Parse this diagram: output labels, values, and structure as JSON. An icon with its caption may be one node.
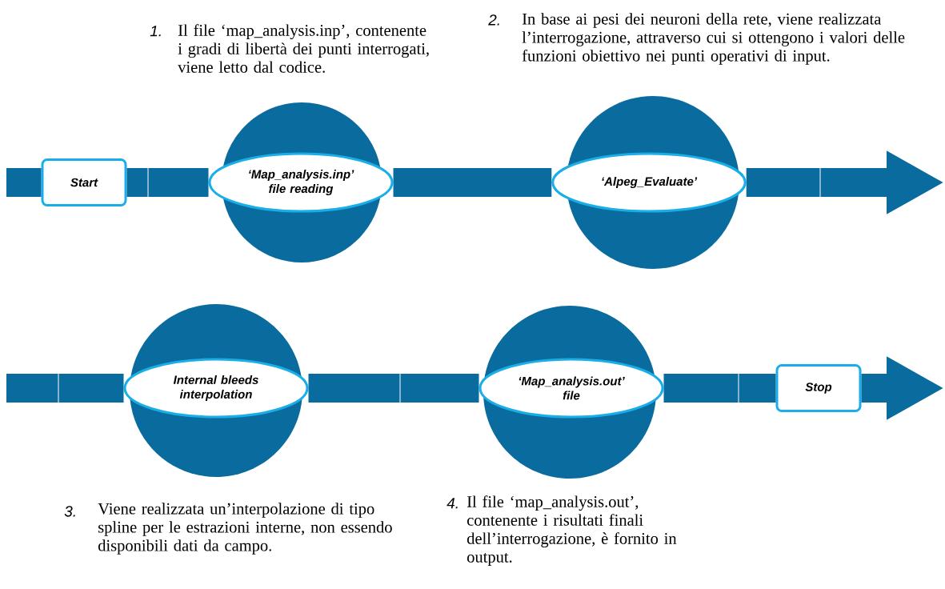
{
  "diagram": {
    "nodes": [
      {
        "text": [
          "Start"
        ]
      },
      {
        "text": [
          "‘Map_analysis.inp’ file reading"
        ],
        "beside": [
          "1.",
          "Il file ‘map_analysis.inp’, contenente i gradi di libertà dei punti interrogati, viene letto dal codice."
        ]
      },
      {
        "text": [
          "‘Alpeg_Evaluate’"
        ],
        "beside": [
          "2.",
          "In base ai pesi dei neuroni della rete, viene realizzata l’interrogazione, attraverso cui si ottengono i valori delle funzioni obiettivo nei punti operativi di input."
        ]
      },
      {
        "text": [
          "Internal bleeds interpolation"
        ],
        "beside": [
          "3.",
          "Viene realizzata un’interpolazione di tipo spline per le estrazioni interne, non essendo disponibili dati da campo."
        ]
      },
      {
        "text": [
          "‘Map_analysis.out’ file"
        ],
        "beside": [
          "4.",
          "Il file ‘map_analysis.out’, contenente i risultati finali dell’interrogazione, è fornito in output."
        ]
      },
      {
        "text": [
          "Stop"
        ]
      }
    ],
    "edges": [
      {
        "from": null,
        "to": 0,
        "arrow": "none"
      },
      {
        "from": 0,
        "to": 1,
        "arrow": "none"
      },
      {
        "from": 1,
        "to": 2,
        "arrow": "none"
      },
      {
        "from": 2,
        "to": null,
        "arrow": "to"
      },
      {
        "from": null,
        "to": 3,
        "arrow": "none"
      },
      {
        "from": 3,
        "to": 4,
        "arrow": "none"
      },
      {
        "from": 4,
        "to": 5,
        "arrow": "none"
      },
      {
        "from": 5,
        "to": null,
        "arrow": "to"
      }
    ]
  }
}
